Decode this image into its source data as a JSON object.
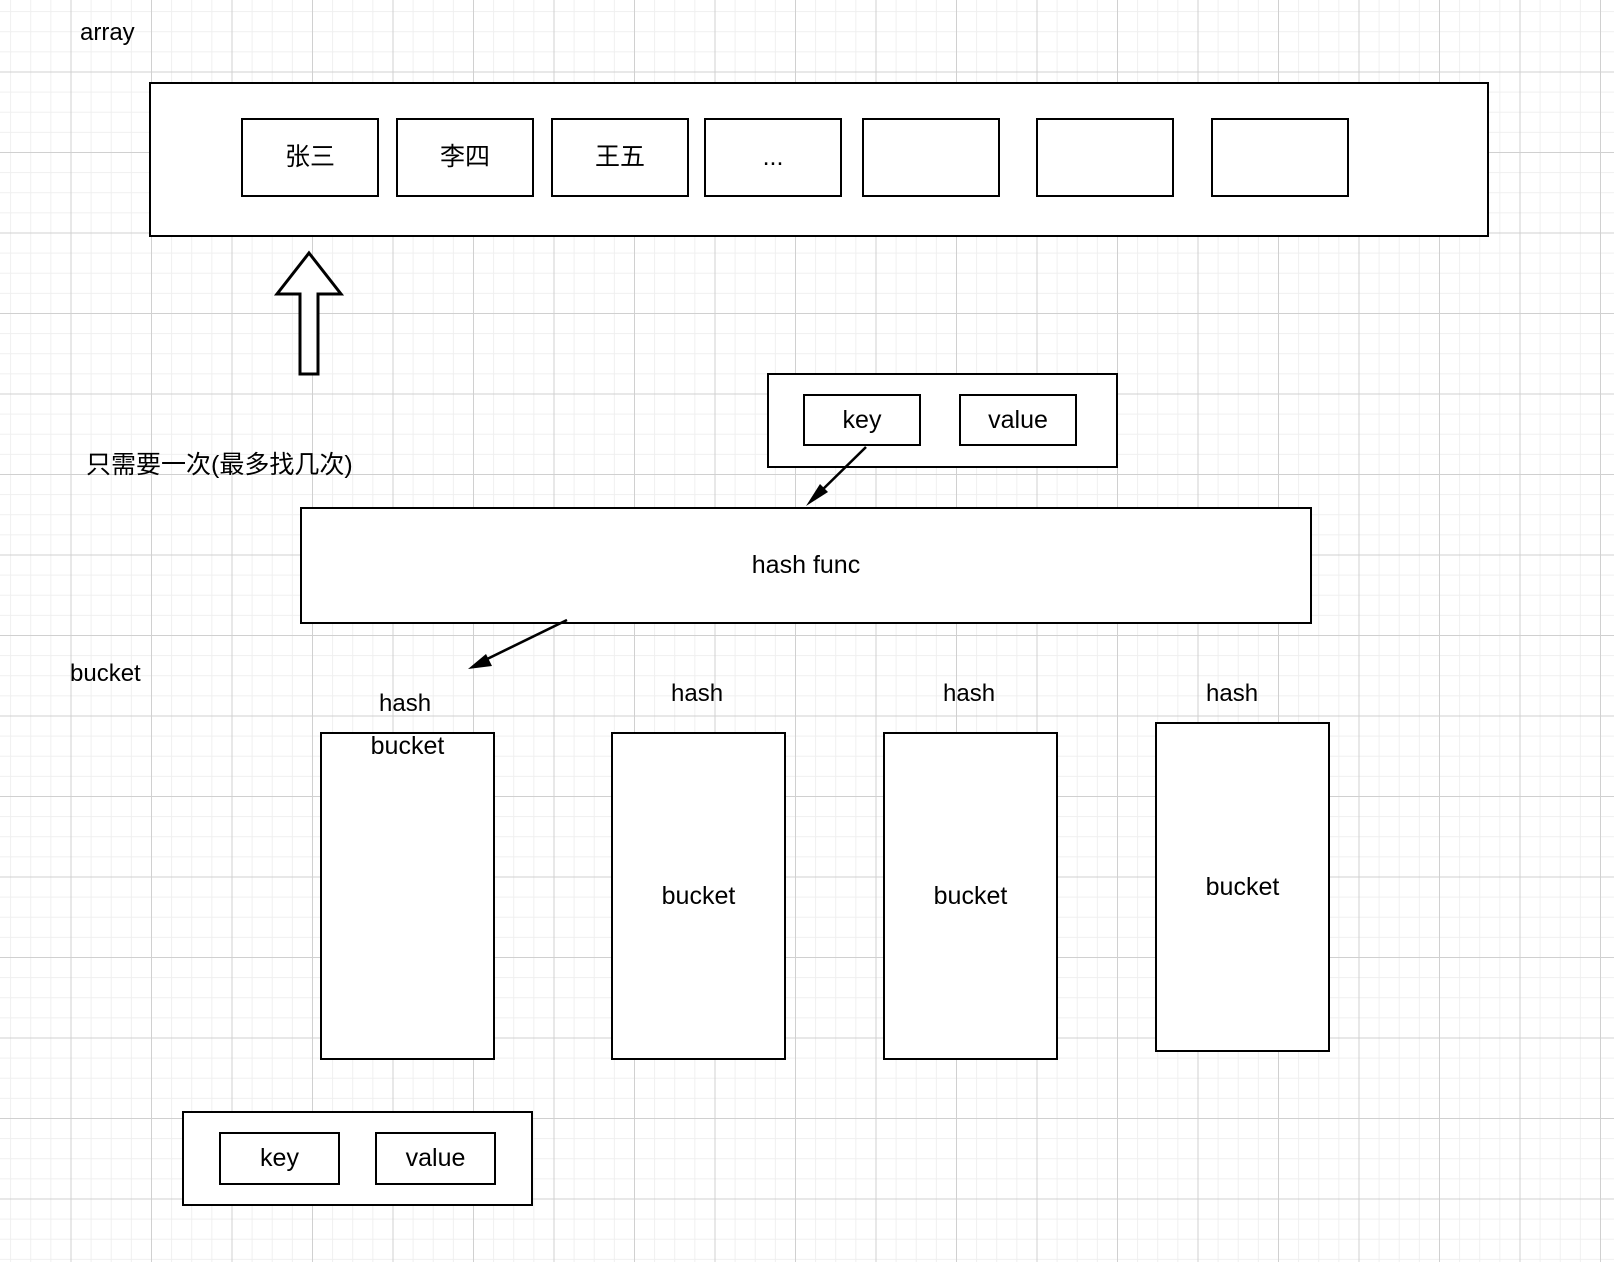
{
  "diagram": {
    "title_label": "array",
    "bucket_side_label": "bucket",
    "note_label": "只需要一次(最多找几次)",
    "hash_func_label": "hash func"
  },
  "array": {
    "label": "array",
    "cells": [
      {
        "text": "张三"
      },
      {
        "text": "李四"
      },
      {
        "text": "王五"
      },
      {
        "text": "..."
      },
      {
        "text": ""
      },
      {
        "text": ""
      },
      {
        "text": ""
      }
    ]
  },
  "entry_top": {
    "key_label": "key",
    "value_label": "value"
  },
  "entry_bottom": {
    "key_label": "key",
    "value_label": "value"
  },
  "hash_func": {
    "label": "hash func"
  },
  "buckets": [
    {
      "hash_label": "hash",
      "body_label": "bucket"
    },
    {
      "hash_label": "hash",
      "body_label": "bucket"
    },
    {
      "hash_label": "hash",
      "body_label": "bucket"
    },
    {
      "hash_label": "hash",
      "body_label": "bucket"
    }
  ],
  "colors": {
    "stroke": "#000000",
    "background": "#ffffff",
    "grid_minor": "#efefef",
    "grid_major": "#d0d0d0"
  }
}
